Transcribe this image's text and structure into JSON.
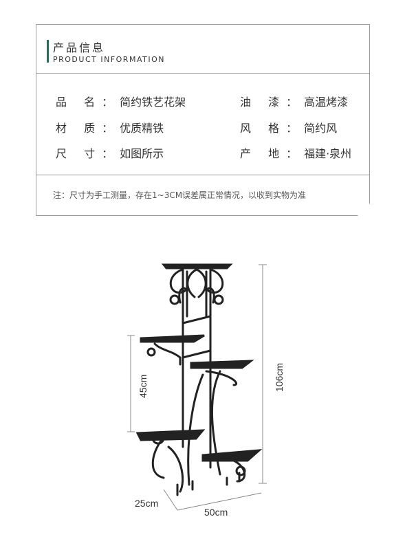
{
  "header": {
    "title_cn": "产品信息",
    "title_en": "PRODUCT INFORMATION"
  },
  "specs": [
    {
      "label": "品 名：",
      "value": "简约铁艺花架"
    },
    {
      "label": "油 漆：",
      "value": "高温烤漆"
    },
    {
      "label": "材 质：",
      "value": "优质精铁"
    },
    {
      "label": "风 格：",
      "value": "简约风"
    },
    {
      "label": "尺 寸：",
      "value": "如图所示"
    },
    {
      "label": "产 地：",
      "value": "福建·泉州"
    }
  ],
  "note": "注：尺寸为手工测量，存在1~3CM误差属正常情况，以收到实物为准",
  "dimensions": {
    "height_total": "106cm",
    "height_tier": "45cm",
    "depth": "25cm",
    "width": "50cm"
  },
  "colors": {
    "accent": "#2f6a57",
    "border": "#9a9a9a",
    "iron": "#222222"
  }
}
